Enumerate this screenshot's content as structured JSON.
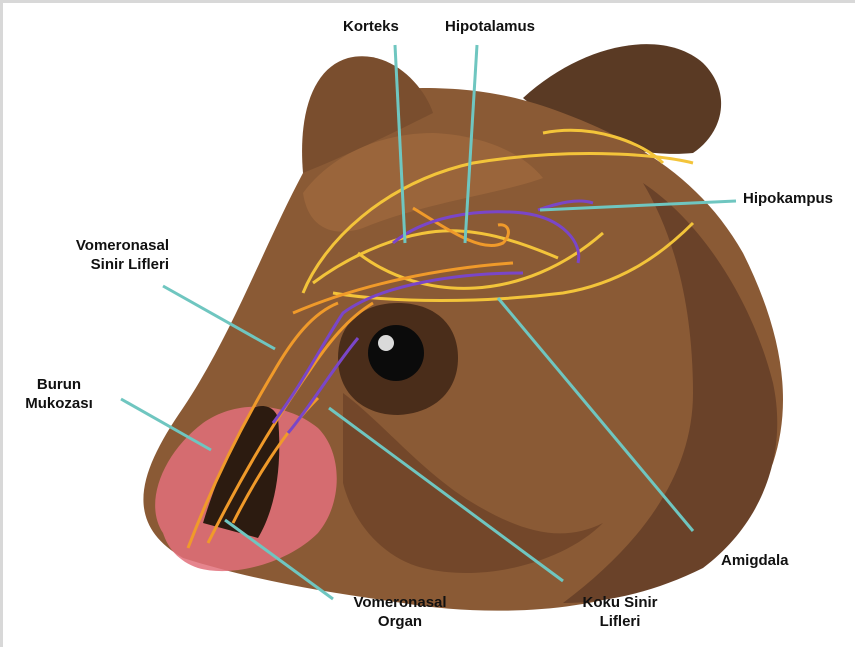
{
  "labels": {
    "korteks": "Korteks",
    "hipotalamus": "Hipotalamus",
    "hipokampus": "Hipokampus",
    "vomeronasal_lifleri": [
      "Vomeronasal",
      "Sinir Lifleri"
    ],
    "burun_mukozasi": [
      "Burun",
      "Mukozası"
    ],
    "amigdala": "Amigdala",
    "vomeronasal_organ": [
      "Vomeronasal",
      "Organ"
    ],
    "koku_lifleri": [
      "Koku Sinir",
      "Lifleri"
    ]
  },
  "colors": {
    "fur": "#8a5a35",
    "fur_dark": "#5e3a22",
    "fur_light": "#a8703f",
    "ear": "#6e4b30",
    "nose_pink": "#e2707a",
    "leader": "#6fc6c0",
    "orange_nerve": "#f09a2a",
    "yellow_nerve": "#f3c43a",
    "purple_nerve": "#7a46c8"
  }
}
